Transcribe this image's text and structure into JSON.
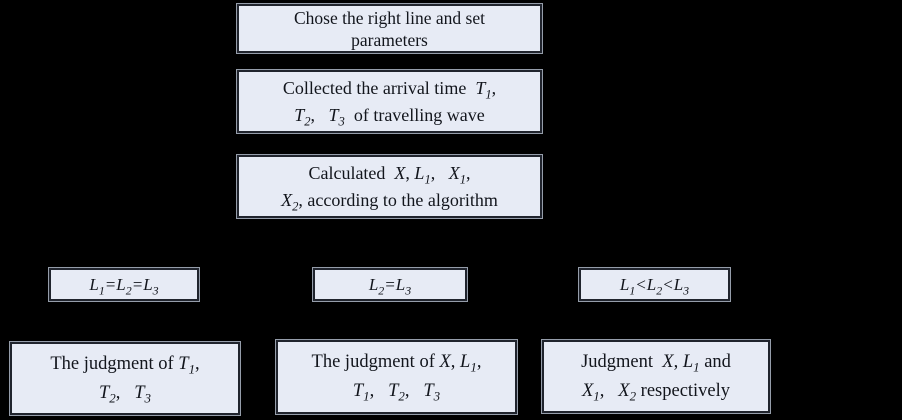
{
  "colors": {
    "background": "#000000",
    "box_fill": "#e7ebf5",
    "box_border": "#20242d",
    "box_halo": "#959daa",
    "text": "#12151c"
  },
  "nodes": {
    "choose_line": {
      "lines": [
        [
          {
            "t": "Chose the right line and set"
          }
        ],
        [
          {
            "t": "parameters"
          }
        ]
      ]
    },
    "collect_time": {
      "lines": [
        [
          {
            "t": "Collected the arrival time  "
          },
          {
            "t": "T",
            "v": true,
            "s": "1"
          },
          {
            "t": ","
          }
        ],
        [
          {
            "t": "T",
            "v": true,
            "s": "2"
          },
          {
            "t": ",   "
          },
          {
            "t": "T",
            "v": true,
            "s": "3"
          },
          {
            "t": "  of travelling wave"
          }
        ]
      ]
    },
    "calculate": {
      "lines": [
        [
          {
            "t": "Calculated  "
          },
          {
            "t": "X",
            "v": true
          },
          {
            "t": ", "
          },
          {
            "t": "L",
            "v": true,
            "s": "1"
          },
          {
            "t": ",   "
          },
          {
            "t": "X",
            "v": true,
            "s": "1"
          },
          {
            "t": ","
          }
        ],
        [
          {
            "t": "X",
            "v": true,
            "s": "2"
          },
          {
            "t": ", according to the algorithm"
          }
        ]
      ]
    },
    "cond_all_equal": {
      "lines": [
        [
          {
            "t": "L",
            "v": true,
            "s": "1"
          },
          {
            "t": "=",
            "v": true
          },
          {
            "t": "L",
            "v": true,
            "s": "2"
          },
          {
            "t": "=",
            "v": true
          },
          {
            "t": "L",
            "v": true,
            "s": "3"
          }
        ]
      ]
    },
    "cond_l2_eq_l3": {
      "lines": [
        [
          {
            "t": "L",
            "v": true,
            "s": "2"
          },
          {
            "t": "=",
            "v": true
          },
          {
            "t": "L",
            "v": true,
            "s": "3"
          }
        ]
      ]
    },
    "cond_l1_lt_l2_lt_l3": {
      "lines": [
        [
          {
            "t": "L",
            "v": true,
            "s": "1"
          },
          {
            "t": "<",
            "v": true
          },
          {
            "t": "L",
            "v": true,
            "s": "2"
          },
          {
            "t": "<",
            "v": true
          },
          {
            "t": "L",
            "v": true,
            "s": "3"
          }
        ]
      ]
    },
    "judge_t": {
      "lines": [
        [
          {
            "t": "The judgment of "
          },
          {
            "t": "T",
            "v": true,
            "s": "1"
          },
          {
            "t": ","
          }
        ],
        [
          {
            "t": "T",
            "v": true,
            "s": "2"
          },
          {
            "t": ",   "
          },
          {
            "t": "T",
            "v": true,
            "s": "3"
          }
        ]
      ]
    },
    "judge_x_l1_t": {
      "lines": [
        [
          {
            "t": "The judgment of "
          },
          {
            "t": "X",
            "v": true
          },
          {
            "t": ", "
          },
          {
            "t": "L",
            "v": true,
            "s": "1"
          },
          {
            "t": ","
          }
        ],
        [
          {
            "t": "T",
            "v": true,
            "s": "1"
          },
          {
            "t": ",   "
          },
          {
            "t": "T",
            "v": true,
            "s": "2"
          },
          {
            "t": ",   "
          },
          {
            "t": "T",
            "v": true,
            "s": "3"
          }
        ]
      ]
    },
    "judge_x_x1_x2": {
      "lines": [
        [
          {
            "t": "Judgment  "
          },
          {
            "t": "X",
            "v": true
          },
          {
            "t": ", "
          },
          {
            "t": "L",
            "v": true,
            "s": "1"
          },
          {
            "t": " and"
          }
        ],
        [
          {
            "t": "X",
            "v": true,
            "s": "1"
          },
          {
            "t": ",   "
          },
          {
            "t": "X",
            "v": true,
            "s": "2"
          },
          {
            "t": " respectively"
          }
        ]
      ]
    }
  }
}
